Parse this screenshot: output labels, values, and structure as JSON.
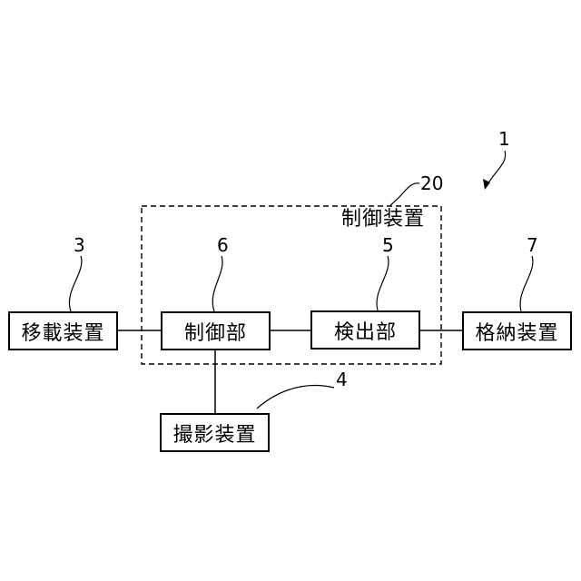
{
  "system_ref": "1",
  "control_device": {
    "ref": "20",
    "label": "制御装置"
  },
  "blocks": {
    "transfer": {
      "ref": "3",
      "label": "移載装置"
    },
    "controller": {
      "ref": "6",
      "label": "制御部"
    },
    "detector": {
      "ref": "5",
      "label": "検出部"
    },
    "storage": {
      "ref": "7",
      "label": "格納装置"
    },
    "camera": {
      "ref": "4",
      "label": "撮影装置"
    }
  }
}
